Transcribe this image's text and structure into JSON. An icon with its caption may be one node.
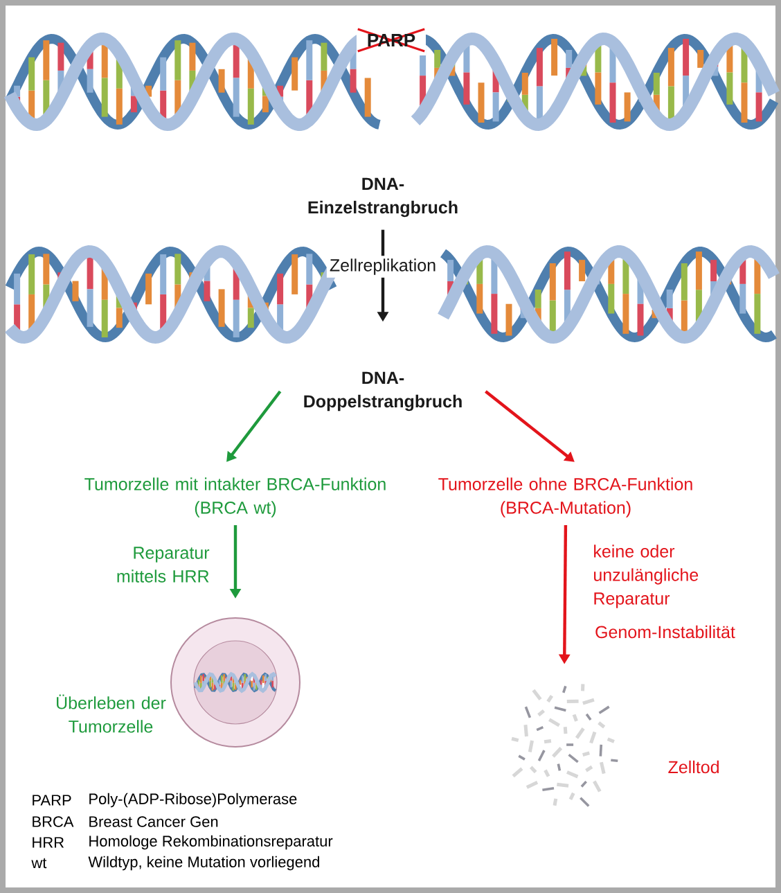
{
  "diagram": {
    "nodes": [
      {
        "text": [
          "DNA-Einzelstrangbruch"
        ]
      },
      {
        "text": [
          "DNA-Doppelstrangbruch"
        ]
      },
      {
        "text": [
          "Tumorzelle mit intakter BRCA-Funktion",
          "(BRCA wt)"
        ]
      },
      {
        "text": [
          "Tumorzelle ohne BRCA-Funktion",
          "(BRCA-Mutation)"
        ]
      },
      {
        "text": [],
        "shape": "circle",
        "beside": [
          "Überleben der Tumorzelle"
        ]
      },
      {
        "text": [],
        "shape": "picture",
        "beside": [
          "Zelltod"
        ]
      }
    ],
    "edges": [
      {
        "from": 0,
        "to": 1,
        "arrow": "to",
        "label": "Zellreplikation",
        "color": "#1a1a1a"
      },
      {
        "from": 1,
        "to": 2,
        "arrow": "to",
        "color": "#1e9a3c"
      },
      {
        "from": 1,
        "to": 3,
        "arrow": "to",
        "color": "#e3141b"
      },
      {
        "from": 2,
        "to": 4,
        "arrow": "to",
        "label": "Reparatur mittels HRR",
        "color": "#1e9a3c"
      },
      {
        "from": 3,
        "to": 5,
        "arrow": "to",
        "label": "keine oder unzulängliche Reparatur",
        "color": "#e3141b"
      }
    ],
    "labels": [
      "PARP",
      "Genom-Instabilität",
      "PARP",
      "Poly-(ADP-Ribose)Polymerase",
      "BRCA",
      "Breast Cancer Gen",
      "HRR",
      "Homologe Rekombinationsreparatur",
      "wt",
      "Wildtyp, keine Mutation vorliegend"
    ]
  }
}
